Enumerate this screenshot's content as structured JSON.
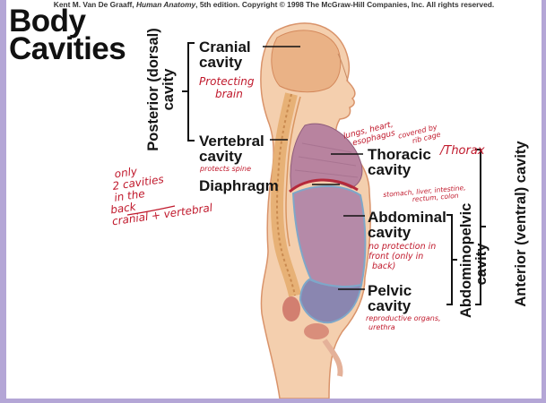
{
  "credit": {
    "before": "Kent M. Van De Graaff, ",
    "book": "Human Anatomy",
    "after": ", 5th edition. Copyright © 1998 The McGraw-Hill Companies, Inc. All rights reserved."
  },
  "title": {
    "line1": "Body",
    "line2": "Cavities"
  },
  "posterior": {
    "group_line1": "Posterior (dorsal)",
    "group_line2": "cavity",
    "cranial": {
      "line1": "Cranial",
      "line2": "cavity",
      "note_line1": "Protecting",
      "note_line2": "brain"
    },
    "vertebral": {
      "line1": "Vertebral",
      "line2": "cavity",
      "note": "protects spine"
    }
  },
  "diaphragm": {
    "label": "Diaphragm"
  },
  "anterior": {
    "group_label": "Anterior (ventral) cavity",
    "thoracic": {
      "line1": "Thoracic",
      "line2": "cavity",
      "annotation": "/Thorax",
      "note1_line1": "lungs, heart,",
      "note1_line2": "esophagus",
      "note2_line1": "covered by",
      "note2_line2": "rib cage"
    },
    "abdominopelvic_group_line1": "Abdominopelvic",
    "abdominopelvic_group_line2": "cavity",
    "abdominal": {
      "line1": "Abdominal",
      "line2": "cavity",
      "note_top_line1": "stomach, liver, intestine,",
      "note_top_line2": "rectum, colon",
      "note_line1": "no protection in",
      "note_line2": "front (only in",
      "note_line3": "back)"
    },
    "pelvic": {
      "line1": "Pelvic",
      "line2": "cavity",
      "note_line1": "reproductive organs,",
      "note_line2": "urethra"
    }
  },
  "side_note": {
    "line1": "only",
    "line2": "2 cavities",
    "line3": "in the",
    "line4": "back",
    "line5": "cranial + vertebral"
  },
  "colors": {
    "frame": "#b4a6d6",
    "ink": "#c0192c",
    "skin": "#f2c29a",
    "thoracic": "#b57b9a",
    "abdominal": "#9a8ab8"
  }
}
